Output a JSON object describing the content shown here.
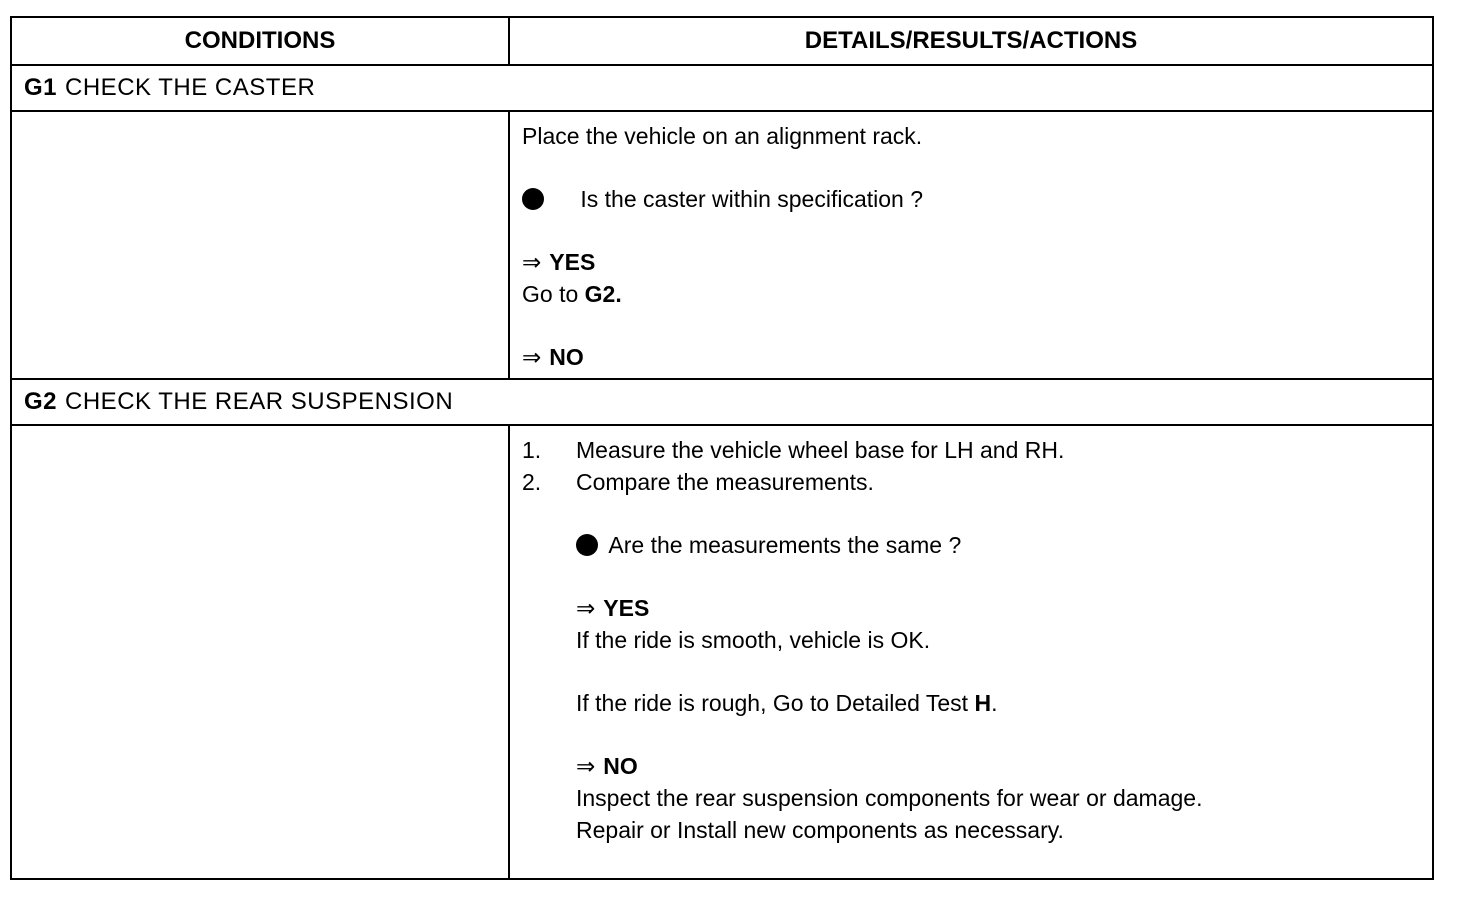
{
  "header": {
    "conditions": "CONDITIONS",
    "details": "DETAILS/RESULTS/ACTIONS"
  },
  "g1": {
    "code": "G1",
    "title": "CHECK THE CASTER",
    "line1": "Place the vehicle on an alignment rack.",
    "question": "Is the caster within specification ?",
    "arrow": "⇒",
    "yes_label": "YES",
    "yes_text_prefix": "Go to",
    "yes_text_target": "G2.",
    "no_label": "NO"
  },
  "g2": {
    "code": "G2",
    "title": "CHECK THE REAR SUSPENSION",
    "step1_num": "1.",
    "step1": "Measure the vehicle wheel base for LH and RH.",
    "step2_num": "2.",
    "step2": "Compare the measurements.",
    "question": "Are the measurements the same ?",
    "arrow": "⇒",
    "yes_label": "YES",
    "yes_line1": "If the ride is smooth, vehicle is OK.",
    "yes_line2_prefix": "If the ride is rough, Go to Detailed Test",
    "yes_line2_target": "H",
    "yes_line2_suffix": ".",
    "no_label": "NO",
    "no_line1": "Inspect the rear suspension components for wear or damage.",
    "no_line2": "Repair or Install new components as necessary."
  }
}
